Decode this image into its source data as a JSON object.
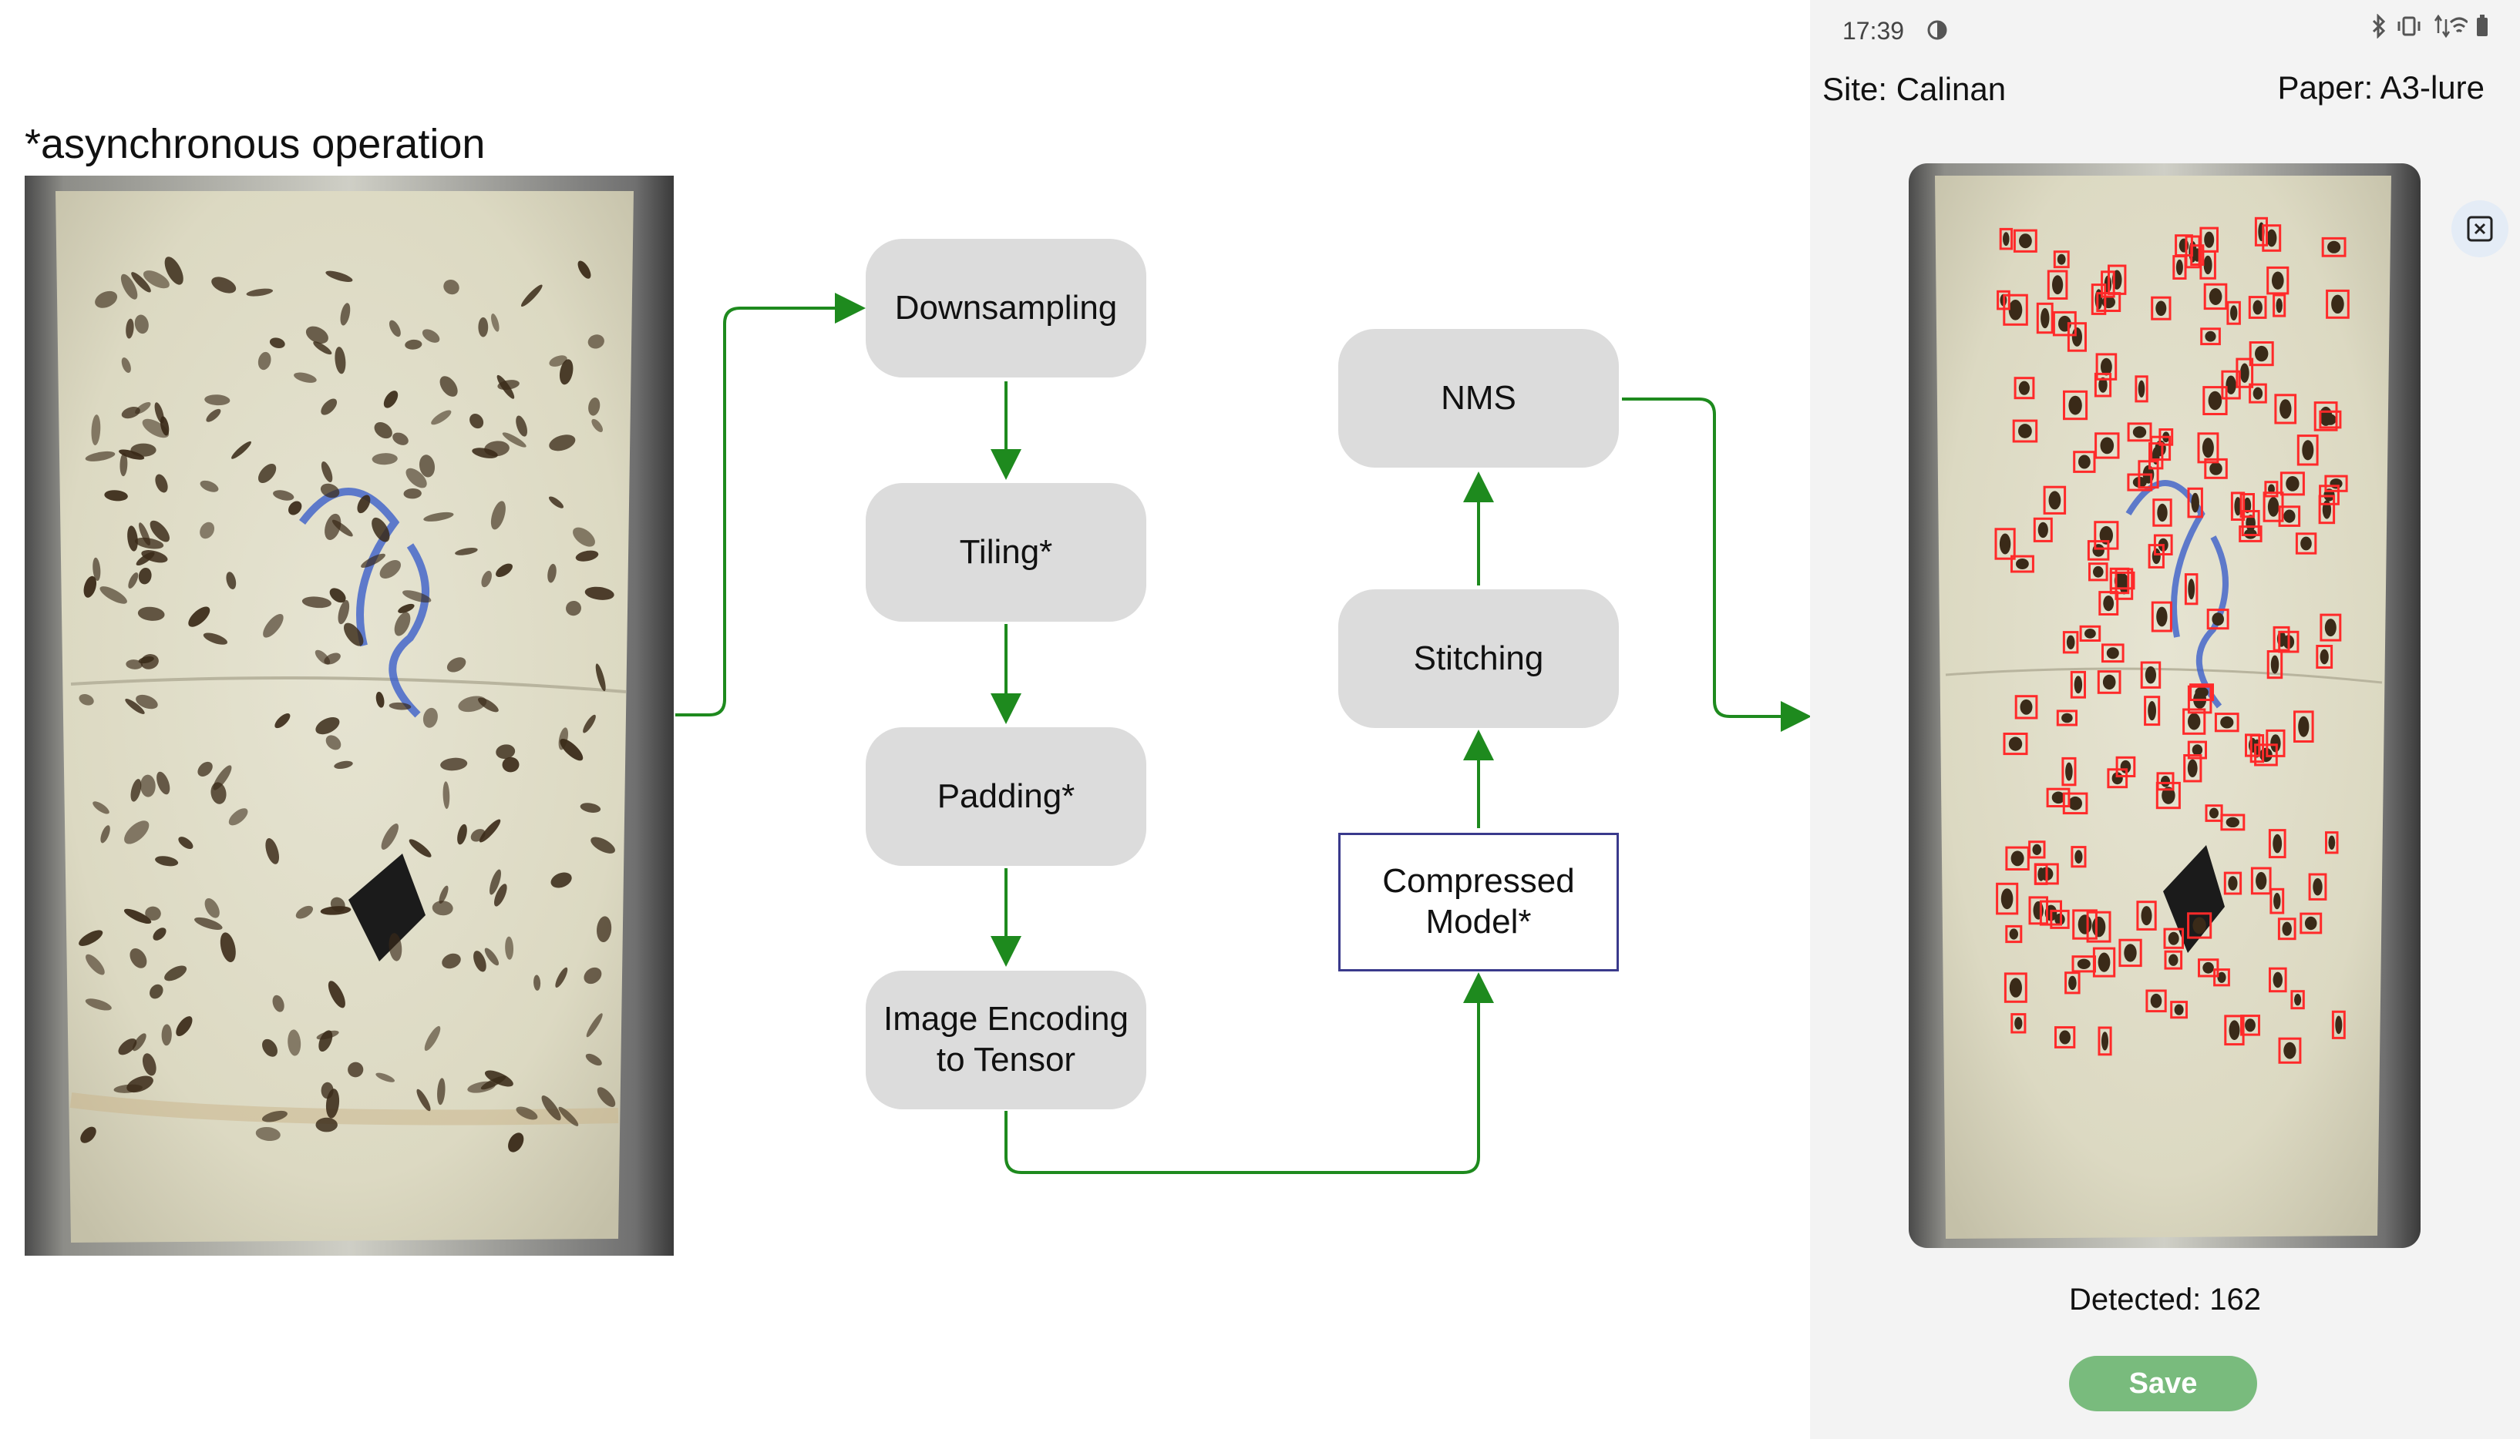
{
  "caption": "*asynchronous operation",
  "pipeline": {
    "left_column": [
      "Downsampling",
      "Tiling*",
      "Padding*"
    ],
    "encoding_lines": [
      "Image Encoding",
      "to Tensor"
    ],
    "right_column": [
      "NMS",
      "Stitching"
    ],
    "model_lines": [
      "Compressed",
      "Model*"
    ],
    "arrow_color": "#1e8a1e"
  },
  "phone": {
    "status": {
      "time": "17:39"
    },
    "site_label": "Site: Calinan",
    "paper_label": "Paper: A3-lure",
    "detected_label": "Detected: 162",
    "save_label": "Save",
    "box_color": "#ff2a2a",
    "accent": "#79bb7d"
  }
}
